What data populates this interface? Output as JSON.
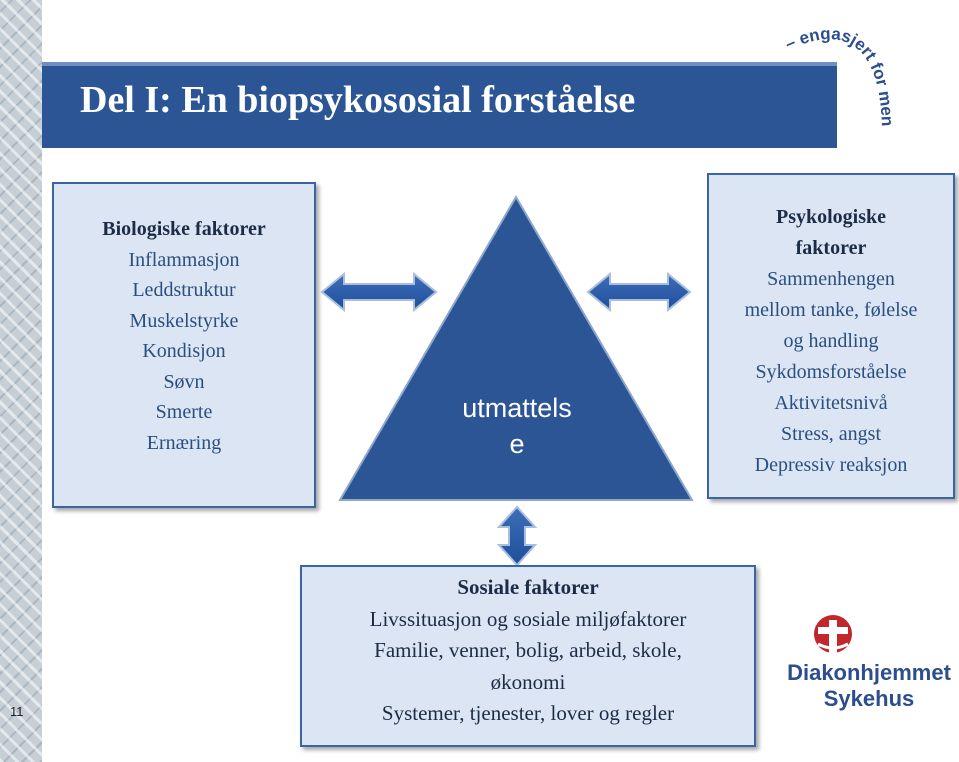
{
  "title": "Del I: En biopsykososial forståelse",
  "tagline": "– engasjert for mennesket",
  "center_label": [
    "utmattels",
    "e"
  ],
  "biological": {
    "heading": "Biologiske faktorer",
    "items": [
      "Inflammasjon",
      "Leddstruktur",
      "Muskelstyrke",
      "Kondisjon",
      "Søvn",
      "Smerte",
      "Ernæring"
    ]
  },
  "psychological": {
    "heading": [
      "Psykologiske",
      "faktorer"
    ],
    "items": [
      "Sammenhengen",
      "mellom tanke, følelse",
      "og handling",
      "Sykdomsforståelse",
      "Aktivitetsnivå",
      "Stress, angst",
      "Depressiv reaksjon"
    ]
  },
  "social": {
    "heading": "Sosiale faktorer",
    "items": [
      "Livssituasjon og sosiale miljøfaktorer",
      "Familie, venner, bolig, arbeid, skole,",
      "økonomi",
      "Systemer, tjenester, lover og regler"
    ]
  },
  "logo": {
    "line1": "Diakonhjemmet",
    "line2": "Sykehus"
  },
  "page_number": "11",
  "colors": {
    "primary_blue": "#2c5596",
    "box_fill": "#dbe5f3",
    "logo_red": "#c0282d"
  }
}
